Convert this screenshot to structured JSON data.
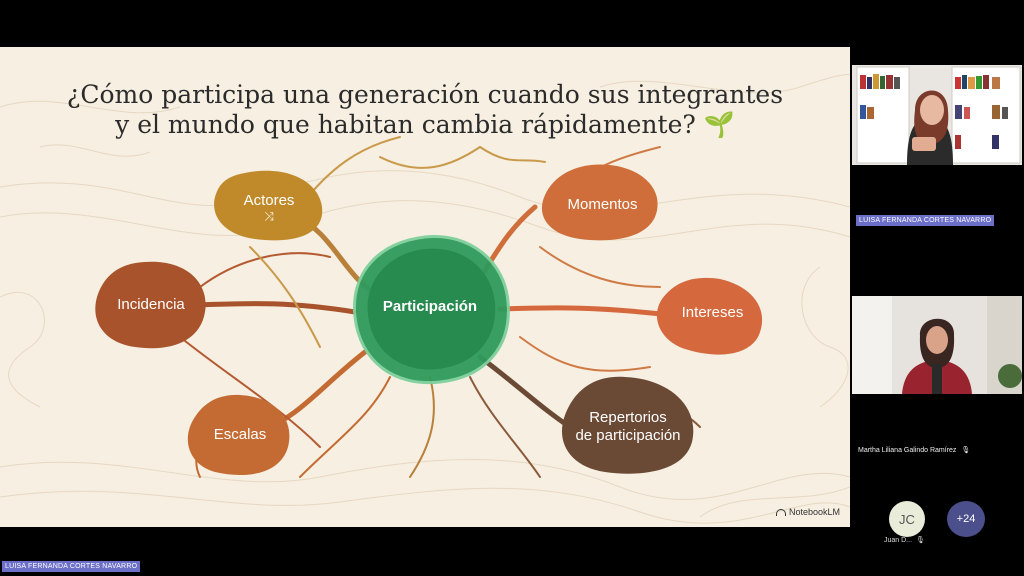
{
  "slide": {
    "title_line1": "¿Cómo participa una generación cuando sus integrantes",
    "title_line2": "y el mundo que habitan cambia rápidamente?",
    "center": "Participación",
    "nodes": {
      "actores": "Actores",
      "momentos": "Momentos",
      "incidencia": "Incidencia",
      "intereses": "Intereses",
      "escalas": "Escalas",
      "repertorios_line1": "Repertorios",
      "repertorios_line2": "de participación"
    },
    "branding": "NotebookLM"
  },
  "participants": {
    "presenter_name": "LUISA FERNANDA CORTES NAVARRO",
    "tile1_name": "LUISA FERNANDA CORTES NAVARRO",
    "tile2_name": "Martha Liliana Galindo Ramírez",
    "jc_initials": "JC",
    "jc_name": "Juan D...",
    "more_count": "+24"
  },
  "colors": {
    "slide_bg": "#f6efe2",
    "center": "#2f9a5c",
    "actores": "#c08a2a",
    "momentos": "#cf6e3a",
    "incidencia": "#a8532b",
    "intereses": "#d5683d",
    "escalas": "#c46b33",
    "repertorios": "#6b4a35",
    "nameplate": "#6b6fc8"
  }
}
